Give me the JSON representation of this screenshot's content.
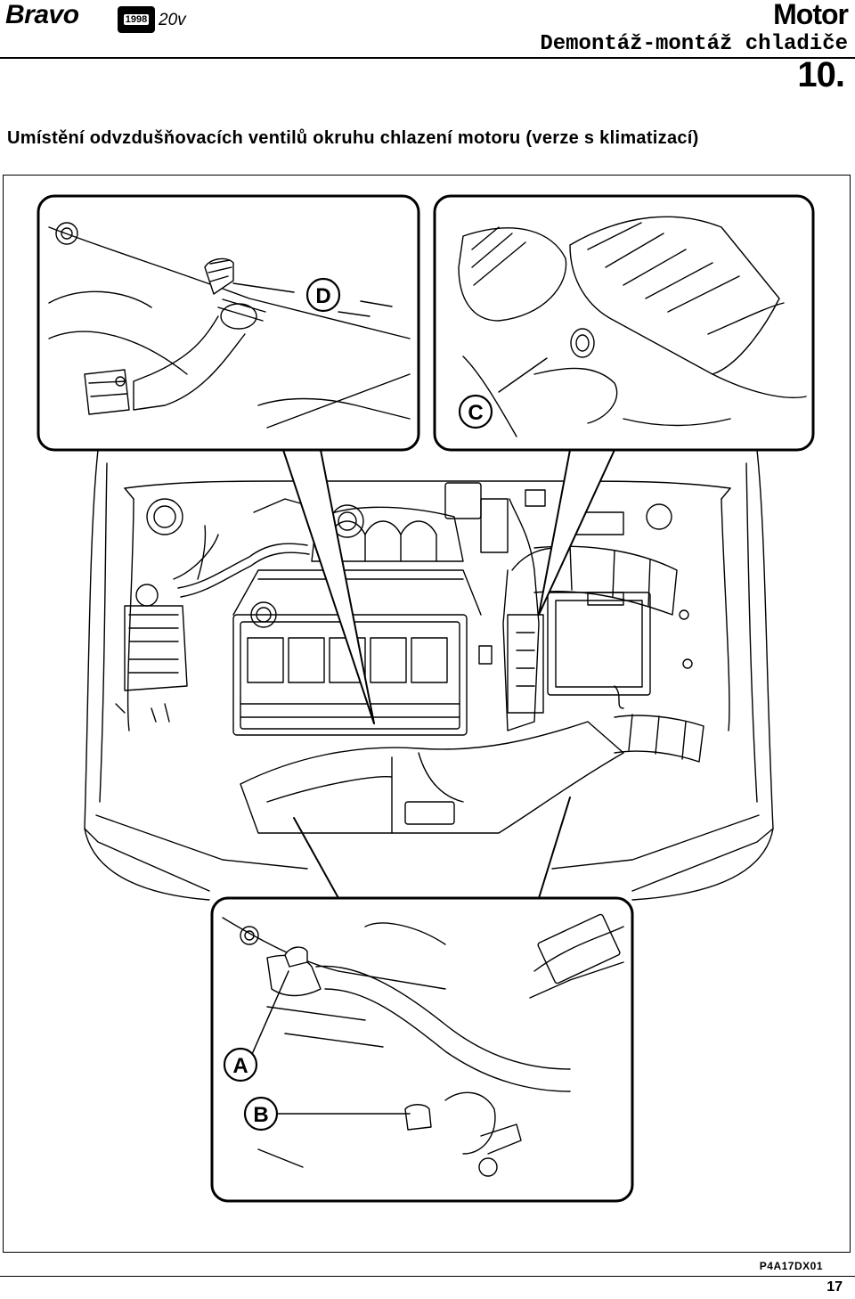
{
  "header": {
    "brand": "Bravo",
    "year": "1998",
    "variant": "20v",
    "section": "Motor",
    "subtitle": "Demontáž-montáž chladiče",
    "chapter": "10."
  },
  "caption": "Umístění odvzdušňovacích ventilů okruhu chlazení motoru (verze s klimatizací)",
  "figure": {
    "callouts": {
      "A": "A",
      "B": "B",
      "C": "C",
      "D": "D"
    },
    "code": "P4A17DX01"
  },
  "footer": {
    "page_number": "17"
  }
}
